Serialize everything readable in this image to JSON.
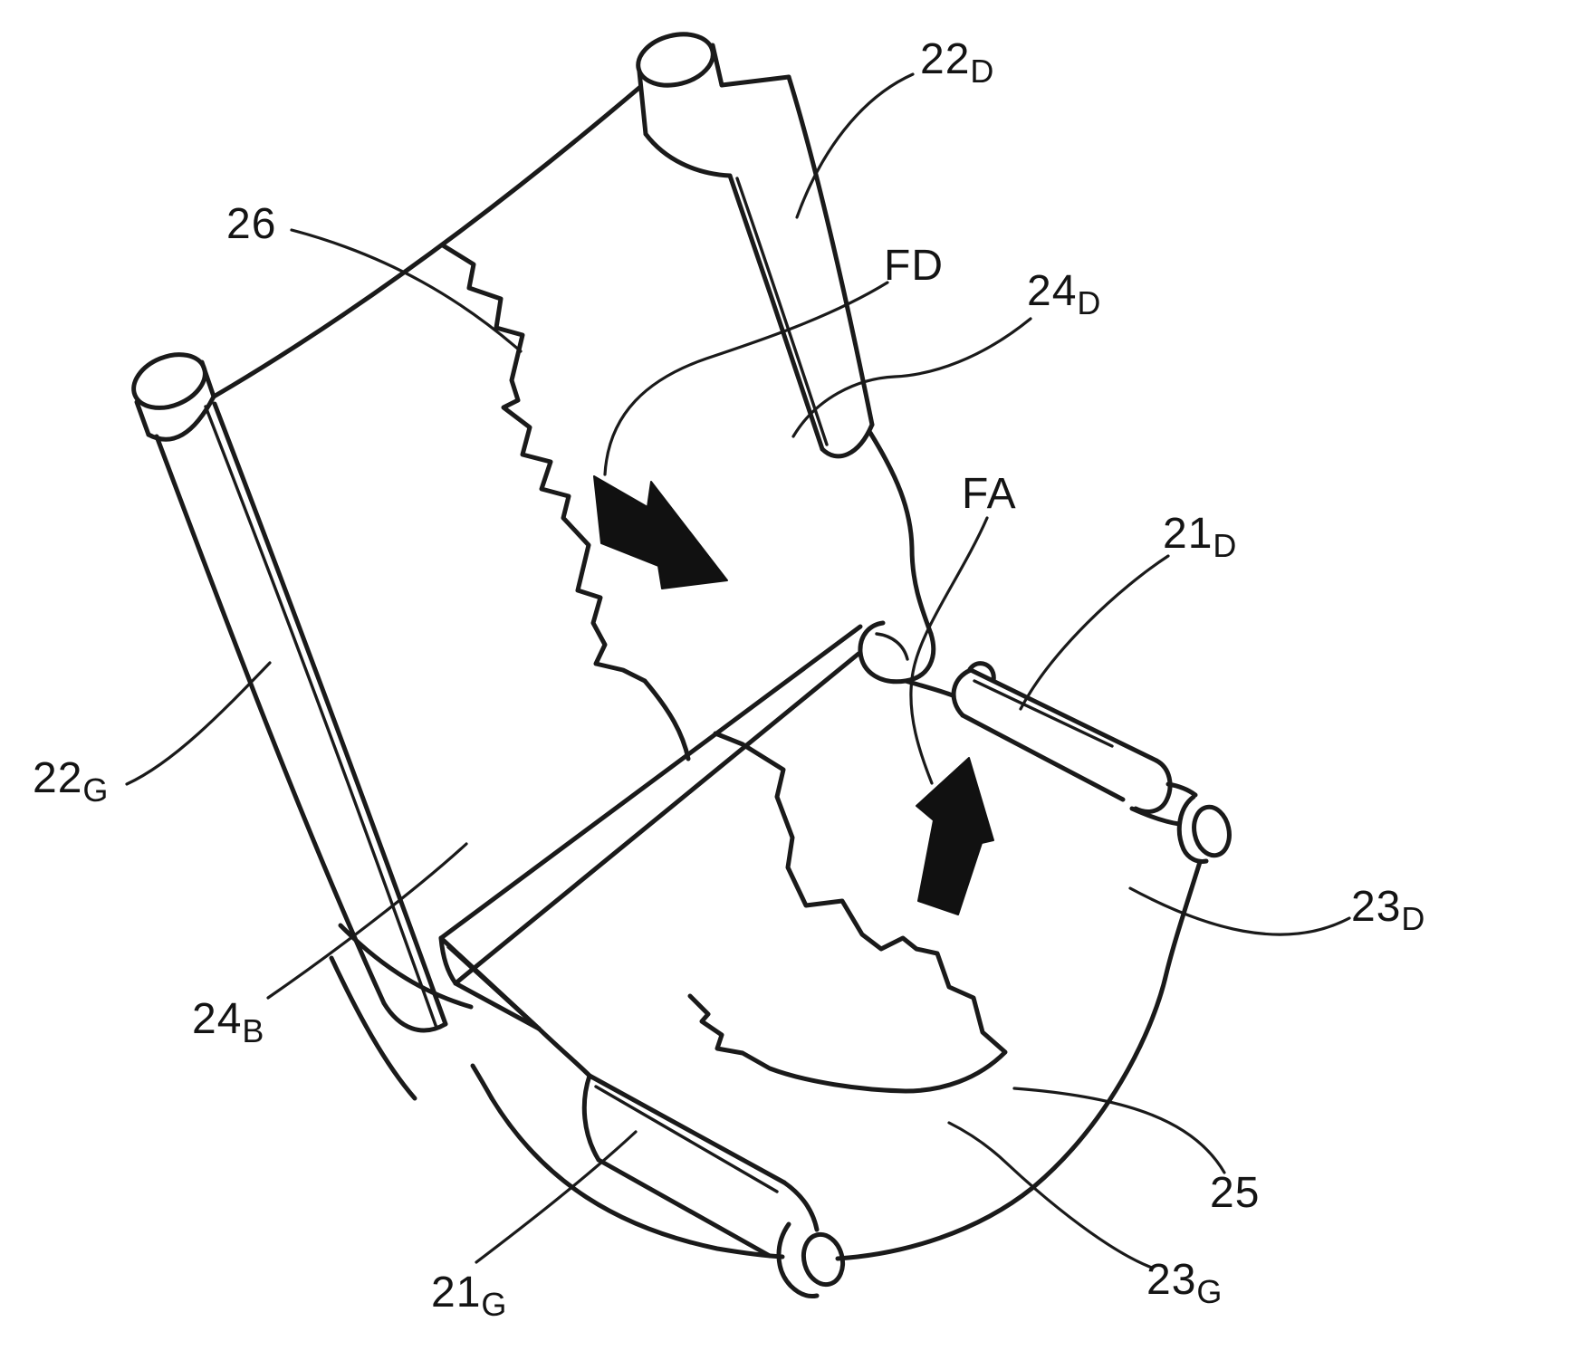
{
  "figure": {
    "type": "patent-line-drawing",
    "background_color": "#ffffff",
    "ink_color": "#1a1a1a",
    "labels": [
      {
        "id": "22D",
        "text": "22",
        "sub": "D"
      },
      {
        "id": "26",
        "text": "26",
        "sub": ""
      },
      {
        "id": "FD",
        "text": "FD",
        "sub": ""
      },
      {
        "id": "24D",
        "text": "24",
        "sub": "D"
      },
      {
        "id": "FA",
        "text": "FA",
        "sub": ""
      },
      {
        "id": "21D",
        "text": "21",
        "sub": "D"
      },
      {
        "id": "22G",
        "text": "22",
        "sub": "G"
      },
      {
        "id": "24B",
        "text": "24",
        "sub": "B"
      },
      {
        "id": "23D",
        "text": "23",
        "sub": "D"
      },
      {
        "id": "25",
        "text": "25",
        "sub": ""
      },
      {
        "id": "21G",
        "text": "21",
        "sub": "G"
      },
      {
        "id": "23G",
        "text": "23",
        "sub": "G"
      }
    ],
    "arrows": [
      {
        "id": "FD",
        "direction": "down-right"
      },
      {
        "id": "FA",
        "direction": "up"
      }
    ]
  }
}
